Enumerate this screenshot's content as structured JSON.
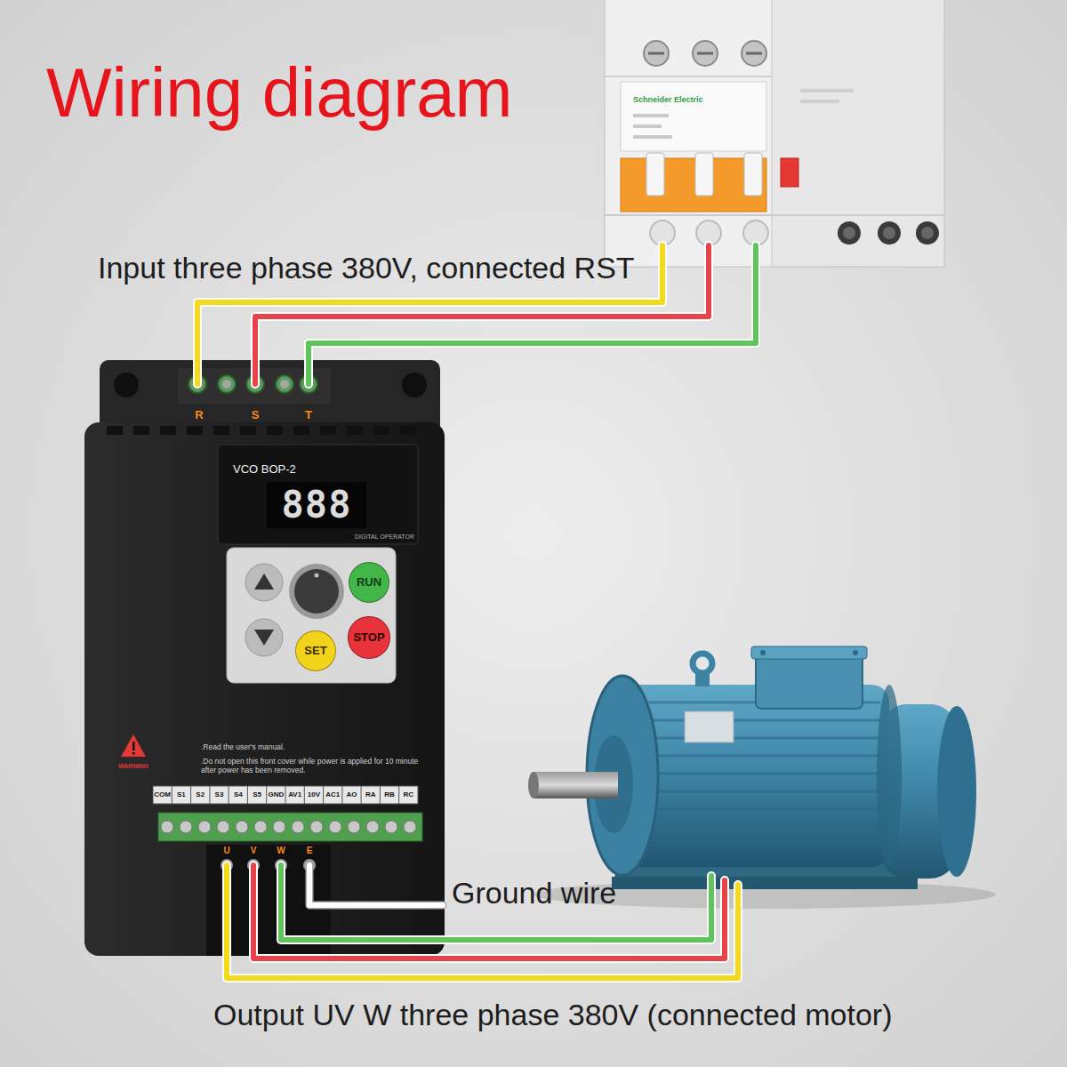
{
  "diagram": {
    "title": "Wiring diagram",
    "nodes": [
      {
        "text": [
          "RUN"
        ]
      },
      {
        "text": [
          "STOP"
        ]
      },
      {
        "text": [
          "SET"
        ]
      }
    ],
    "labels": [
      "Input three phase 380V, connected RST",
      "Schneider Electric",
      "R",
      "S",
      "T",
      "VCO BOP-2",
      "888",
      "DIGITAL OPERATOR",
      "WARNING",
      ".Read the user's manual.",
      ".Do not open this front cover while power is applied for 10 minute after power has been removed.",
      "COM",
      "S1",
      "S2",
      "S3",
      "S4",
      "S5",
      "GND",
      "AV1",
      "10V",
      "AC1",
      "AO",
      "RA",
      "RB",
      "RC",
      "U",
      "V",
      "W",
      "E",
      "Ground wire",
      "Output UV W three phase 380V (connected motor)"
    ]
  }
}
